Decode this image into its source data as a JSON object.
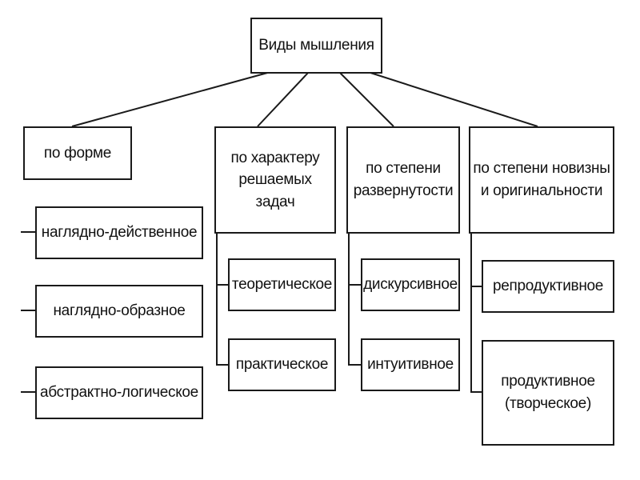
{
  "root": {
    "label": "Виды мышления"
  },
  "categories": [
    {
      "label": "по форме",
      "items": [
        "наглядно-действенное",
        "наглядно-образное",
        "абстрактно-логическое"
      ]
    },
    {
      "label": "по характеру\nрешаемых задач",
      "items": [
        "теоретическое",
        "практическое"
      ]
    },
    {
      "label": "по степени\nразвернутости",
      "items": [
        "дискурсивное",
        "интуитивное"
      ]
    },
    {
      "label": "по степени новизны\nи оригинальности",
      "items": [
        "репродуктивное",
        "продуктивное\n(творческое)"
      ]
    }
  ]
}
